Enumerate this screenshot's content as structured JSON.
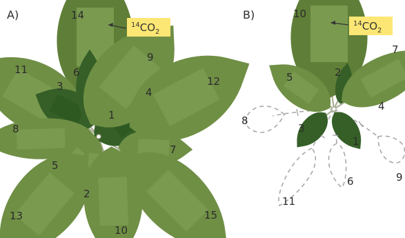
{
  "panels": {
    "a": {
      "label": "A)",
      "co2": {
        "sup": "14",
        "base": "CO",
        "sub": "2"
      },
      "leaf_numbers": [
        "14",
        "6",
        "3",
        "1",
        "4",
        "9",
        "11",
        "12",
        "8",
        "7",
        "5",
        "2",
        "13",
        "10",
        "15"
      ]
    },
    "b": {
      "label": "B)",
      "co2": {
        "sup": "14",
        "base": "CO",
        "sub": "2"
      },
      "leaf_numbers": [
        "10",
        "7",
        "5",
        "2",
        "4",
        "8",
        "3",
        "1",
        "6",
        "11",
        "9"
      ]
    }
  },
  "colors": {
    "highlight": "#fce774",
    "leaf_light": "#cfe6a6",
    "leaf_mid": "#9cbd68",
    "leaf_dark": "#4d8a3a",
    "ghost": "#a8a8a8"
  }
}
